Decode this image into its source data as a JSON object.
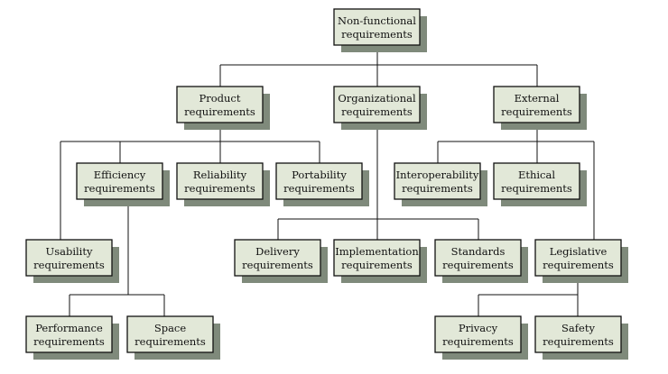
{
  "nodes": {
    "non_functional": {
      "line1": "Non-functional",
      "line2": "requirements"
    },
    "product": {
      "line1": "Product",
      "line2": "requirements"
    },
    "organizational": {
      "line1": "Organizational",
      "line2": "requirements"
    },
    "external": {
      "line1": "External",
      "line2": "requirements"
    },
    "efficiency": {
      "line1": "Efficiency",
      "line2": "requirements"
    },
    "reliability": {
      "line1": "Reliability",
      "line2": "requirements"
    },
    "portability": {
      "line1": "Portability",
      "line2": "requirements"
    },
    "interoperability": {
      "line1": "Interoperability",
      "line2": "requirements"
    },
    "ethical": {
      "line1": "Ethical",
      "line2": "requirements"
    },
    "usability": {
      "line1": "Usability",
      "line2": "requirements"
    },
    "delivery": {
      "line1": "Delivery",
      "line2": "requirements"
    },
    "implementation": {
      "line1": "Implementation",
      "line2": "requirements"
    },
    "standards": {
      "line1": "Standards",
      "line2": "requirements"
    },
    "legislative": {
      "line1": "Legislative",
      "line2": "requirements"
    },
    "performance": {
      "line1": "Performance",
      "line2": "requirements"
    },
    "space": {
      "line1": "Space",
      "line2": "requirements"
    },
    "privacy": {
      "line1": "Privacy",
      "line2": "requirements"
    },
    "safety": {
      "line1": "Safety",
      "line2": "requirements"
    }
  },
  "colors": {
    "box_fill": "#e2e8d8",
    "shadow": "#7f8a7b",
    "line": "#111111"
  }
}
